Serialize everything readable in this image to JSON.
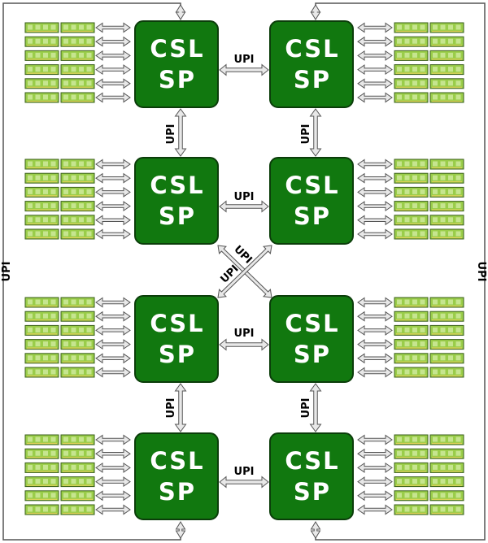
{
  "colors": {
    "chip_fill": "#11780f",
    "chip_stroke": "#0b3d0a",
    "dimm_fill": "#9acd4a",
    "dimm_stroke": "#3a5f1a",
    "dimm_chip": "#c6e58f",
    "arrow_fill": "#e8e8e8",
    "arrow_stroke": "#555555",
    "frame_stroke": "#555555"
  },
  "processors": [
    {
      "line1": "CSL",
      "line2": "SP"
    },
    {
      "line1": "CSL",
      "line2": "SP"
    },
    {
      "line1": "CSL",
      "line2": "SP"
    },
    {
      "line1": "CSL",
      "line2": "SP"
    },
    {
      "line1": "CSL",
      "line2": "SP"
    },
    {
      "line1": "CSL",
      "line2": "SP"
    },
    {
      "line1": "CSL",
      "line2": "SP"
    },
    {
      "line1": "CSL",
      "line2": "SP"
    }
  ],
  "links": {
    "h_row1": "UPI",
    "h_row2": "UPI",
    "h_row3": "UPI",
    "h_row4": "UPI",
    "v_left_top": "UPI",
    "v_right_top": "UPI",
    "v_left_bottom": "UPI",
    "v_right_bottom": "UPI",
    "cross_a": "UPI",
    "cross_b": "UPI",
    "outer_left": "UPI",
    "outer_right": "UPI"
  },
  "dimms_per_channel_bank": 6
}
